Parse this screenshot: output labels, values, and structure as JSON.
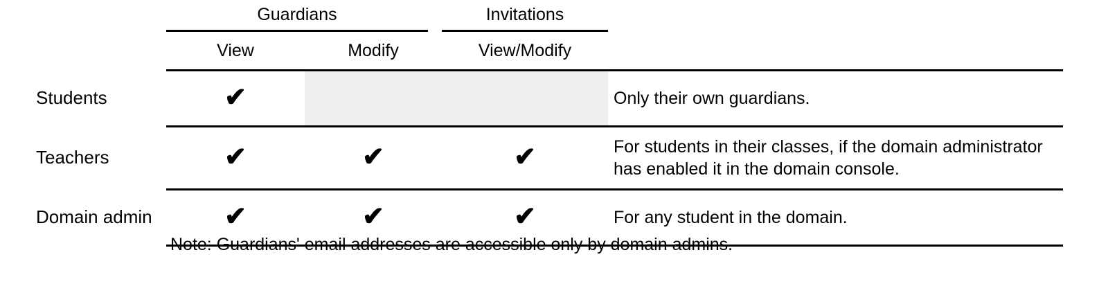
{
  "table": {
    "group_headers": [
      {
        "label": "Guardians",
        "spans": [
          "View",
          "Modify"
        ]
      },
      {
        "label": "Invitations",
        "spans": [
          "View/Modify"
        ]
      }
    ],
    "column_headers": [
      "View",
      "Modify",
      "View/Modify"
    ],
    "row_header_label": "",
    "notes_header_label": "",
    "check_glyph": "✔",
    "rows": [
      {
        "label": "Students",
        "guardians_view": "✔",
        "guardians_modify": "",
        "invitations_viewmodify": "",
        "disabled_cells": [
          "guardians_modify",
          "invitations_viewmodify"
        ],
        "notes": "Only their own guardians."
      },
      {
        "label": "Teachers",
        "guardians_view": "✔",
        "guardians_modify": "✔",
        "invitations_viewmodify": "✔",
        "disabled_cells": [],
        "notes": "For students in their classes, if the domain administrator\nhas enabled it in the domain console."
      },
      {
        "label": "Domain admin",
        "guardians_view": "✔",
        "guardians_modify": "✔",
        "invitations_viewmodify": "✔",
        "disabled_cells": [],
        "notes": "For any student in the domain."
      }
    ]
  },
  "footnote": {
    "text": "Note: Guardians' email addresses are accessible only by domain admins."
  },
  "colors": {
    "text": "#000000",
    "background": "#ffffff",
    "rule": "#000000",
    "disabled_cell": "#efefef"
  }
}
